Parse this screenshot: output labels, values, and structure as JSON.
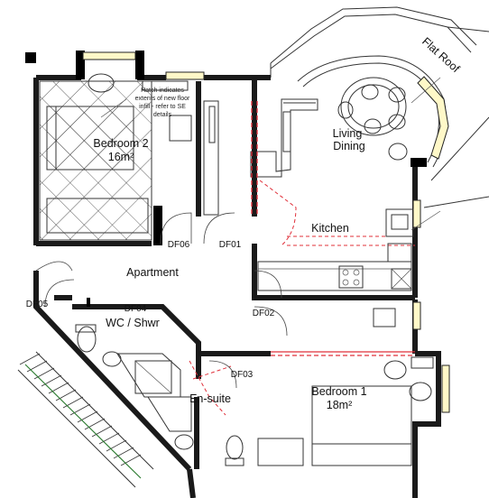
{
  "plan": {
    "rooms": {
      "bedroom2": {
        "name": "Bedroom 2",
        "area": "16m²"
      },
      "living": {
        "line1": "Living",
        "line2": "Dining"
      },
      "kitchen": "Kitchen",
      "apartment": "Apartment",
      "wc": "WC / Shwr",
      "ensuite": "En-suite",
      "bedroom1": {
        "name": "Bedroom 1",
        "area": "18m²"
      }
    },
    "roof_label": "Flat Roof",
    "hatch_note": [
      "Hatch indicates",
      "extents of new floor",
      "infill - refer to SE",
      "details"
    ],
    "doors": [
      "DF06",
      "DF01",
      "DF05",
      "DF04",
      "DF02",
      "DF03"
    ],
    "colors": {
      "wall": "#1a1a1a",
      "proposed": "#e0303a",
      "window": "#fff8c8",
      "stair": "#2e7d32"
    }
  }
}
